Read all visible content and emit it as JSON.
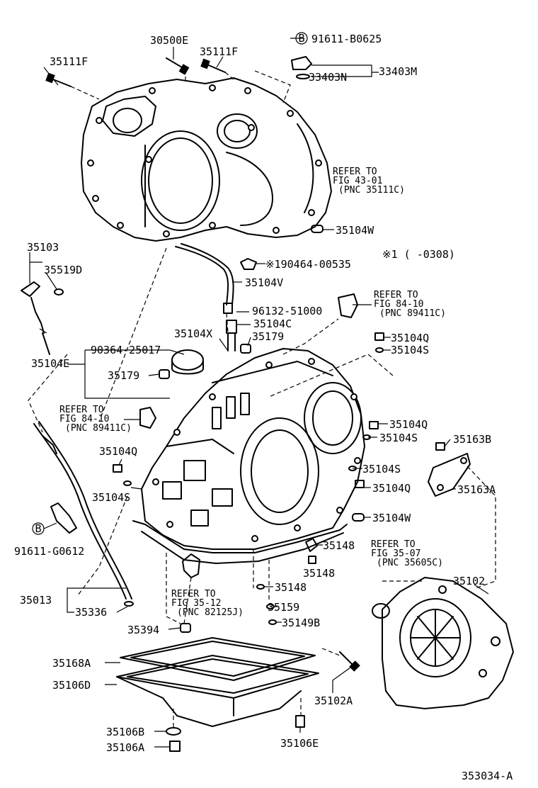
{
  "diagram_id": "353034-A",
  "note": "※1 (      -0308)",
  "bolt_marker": "B",
  "labels": [
    {
      "id": "p30500E",
      "text": "30500E"
    },
    {
      "id": "p91611B0625",
      "text": "91611-B0625"
    },
    {
      "id": "p35111F_a",
      "text": "35111F"
    },
    {
      "id": "p35111F_b",
      "text": "35111F"
    },
    {
      "id": "p33403N",
      "text": "33403N"
    },
    {
      "id": "p33403M",
      "text": "33403M"
    },
    {
      "id": "p35104W_a",
      "text": "35104W"
    },
    {
      "id": "p35103",
      "text": "35103"
    },
    {
      "id": "p35519D",
      "text": "35519D"
    },
    {
      "id": "p190464",
      "text": "※190464-00535"
    },
    {
      "id": "p35104V",
      "text": "35104V"
    },
    {
      "id": "p96132",
      "text": "96132-51000"
    },
    {
      "id": "p35104C",
      "text": "35104C"
    },
    {
      "id": "p35104X",
      "text": "35104X"
    },
    {
      "id": "p35179_a",
      "text": "35179"
    },
    {
      "id": "p35104Q_a",
      "text": "35104Q"
    },
    {
      "id": "p35104S_a",
      "text": "35104S"
    },
    {
      "id": "p90364",
      "text": "90364-25017"
    },
    {
      "id": "p35104E",
      "text": "35104E"
    },
    {
      "id": "p35179_b",
      "text": "35179"
    },
    {
      "id": "p35104Q_b",
      "text": "35104Q"
    },
    {
      "id": "p35104S_b",
      "text": "35104S"
    },
    {
      "id": "p35163B",
      "text": "35163B"
    },
    {
      "id": "p35104Q_c",
      "text": "35104Q"
    },
    {
      "id": "p35104S_c",
      "text": "35104S"
    },
    {
      "id": "p35104Q_d",
      "text": "35104Q"
    },
    {
      "id": "p35163A",
      "text": "35163A"
    },
    {
      "id": "p35104S_d",
      "text": "35104S"
    },
    {
      "id": "p35104W_b",
      "text": "35104W"
    },
    {
      "id": "p91611G0612",
      "text": "91611-G0612"
    },
    {
      "id": "p35148_a",
      "text": "35148"
    },
    {
      "id": "p35148_b",
      "text": "35148"
    },
    {
      "id": "p35148_c",
      "text": "35148"
    },
    {
      "id": "p35013",
      "text": "35013"
    },
    {
      "id": "p35336",
      "text": "35336"
    },
    {
      "id": "p35159",
      "text": "35159"
    },
    {
      "id": "p35149B",
      "text": "35149B"
    },
    {
      "id": "p35102",
      "text": "35102"
    },
    {
      "id": "p35394",
      "text": "35394"
    },
    {
      "id": "p35168A",
      "text": "35168A"
    },
    {
      "id": "p35106D",
      "text": "35106D"
    },
    {
      "id": "p35102A",
      "text": "35102A"
    },
    {
      "id": "p35106B",
      "text": "35106B"
    },
    {
      "id": "p35106E",
      "text": "35106E"
    },
    {
      "id": "p35106A",
      "text": "35106A"
    }
  ],
  "references": [
    {
      "id": "ref4301",
      "lines": [
        "REFER TO",
        "FIG 43-01",
        "(PNC 35111C)"
      ]
    },
    {
      "id": "ref8410a",
      "lines": [
        "REFER TO",
        "FIG 84-10",
        "(PNC 89411C)"
      ]
    },
    {
      "id": "ref8410b",
      "lines": [
        "REFER TO",
        "FIG 84-10",
        "(PNC 89411C)"
      ]
    },
    {
      "id": "ref3507",
      "lines": [
        "REFER TO",
        "FIG 35-07",
        "(PNC 35605C)"
      ]
    },
    {
      "id": "ref3512",
      "lines": [
        "REFER TO",
        "FIG 35-12",
        "(PNC 82125J)"
      ]
    }
  ]
}
